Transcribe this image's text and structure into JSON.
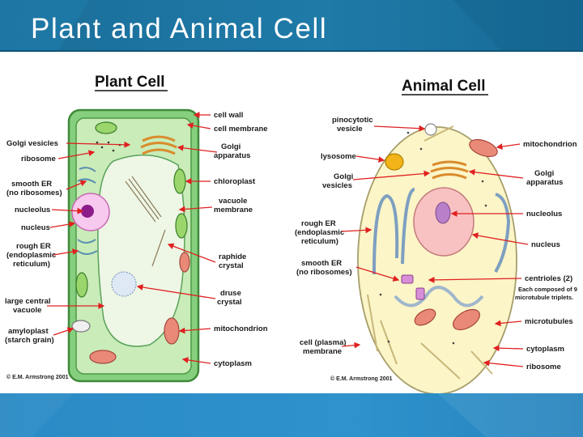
{
  "slide": {
    "title": "Plant and Animal Cell"
  },
  "plant": {
    "heading": "Plant Cell",
    "credit": "© E.M. Armstrong 2001",
    "labels": {
      "golgi_vesicles": "Golgi vesicles",
      "ribosome": "ribosome",
      "smooth_er_1": "smooth ER",
      "smooth_er_2": "(no ribosomes)",
      "nucleolus": "nucleolus",
      "nucleus": "nucleus",
      "rough_er_1": "rough ER",
      "rough_er_2": "(endoplasmic",
      "rough_er_3": "reticulum)",
      "large_vacuole_1": "large central",
      "large_vacuole_2": "vacuole",
      "amyloplast_1": "amyloplast",
      "amyloplast_2": "(starch grain)",
      "cell_wall": "cell wall",
      "cell_membrane": "cell membrane",
      "golgi_app_1": "Golgi",
      "golgi_app_2": "apparatus",
      "chloroplast": "chloroplast",
      "vacuole_membrane_1": "vacuole",
      "vacuole_membrane_2": "membrane",
      "raphide_1": "raphide",
      "raphide_2": "crystal",
      "druse_1": "druse",
      "druse_2": "crystal",
      "mitochondrion": "mitochondrion",
      "cytoplasm": "cytoplasm"
    }
  },
  "animal": {
    "heading": "Animal Cell",
    "credit": "© E.M. Armstrong 2001",
    "labels": {
      "pinocytotic_1": "pinocytotic",
      "pinocytotic_2": "vesicle",
      "lysosome": "lysosome",
      "golgi_vesicles_1": "Golgi",
      "golgi_vesicles_2": "vesicles",
      "rough_er_1": "rough ER",
      "rough_er_2": "(endoplasmic",
      "rough_er_3": "reticulum)",
      "smooth_er_1": "smooth ER",
      "smooth_er_2": "(no ribosomes)",
      "cell_membrane_1": "cell (plasma)",
      "cell_membrane_2": "membrane",
      "mitochondrion": "mitochondrion",
      "golgi_app_1": "Golgi",
      "golgi_app_2": "apparatus",
      "nucleolus": "nucleolus",
      "nucleus": "nucleus",
      "centrioles_1": "centrioles (2)",
      "centrioles_2": "Each composed of 9",
      "centrioles_3": "microtubule triplets.",
      "microtubules": "microtubules",
      "cytoplasm": "cytoplasm",
      "ribosome": "ribosome"
    }
  },
  "colors": {
    "header": "#1f7aa8",
    "footer": "#2f92cc",
    "cell_wall": "#7fc97a",
    "plant_cytoplasm": "#c8ecb8",
    "animal_cytoplasm": "#fbf5c8",
    "arrow": "#e02020"
  }
}
